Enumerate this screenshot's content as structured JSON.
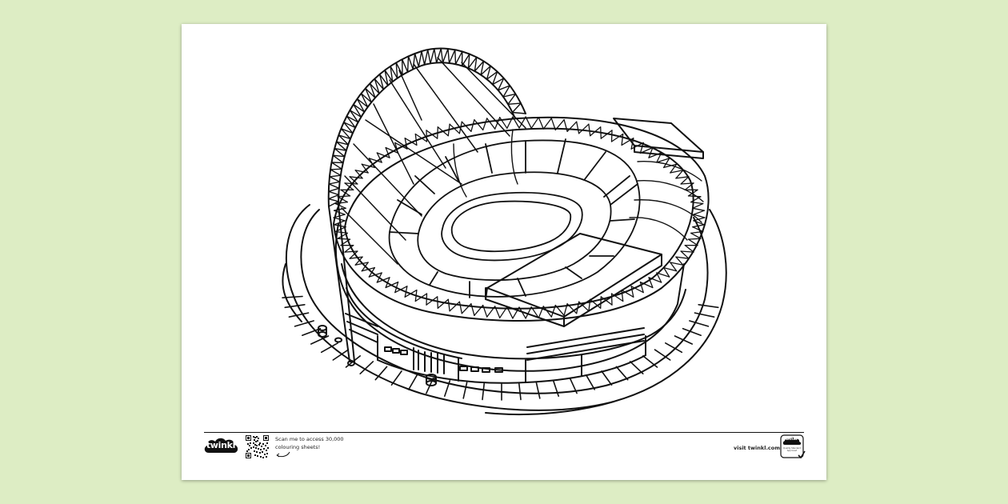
{
  "sheet": {
    "illustration": "stadium-outline-illustration"
  },
  "footer": {
    "logo_text": "twinkl",
    "qr_prompt_line1": "Scan me to access 30,000",
    "qr_prompt_line2": "colouring sheets!",
    "visit_text": "visit twinkl.com",
    "badge_logo_text": "twinkl",
    "badge_caption_line1": "Quality Standard",
    "badge_caption_line2": "Approved"
  },
  "colors": {
    "background": "#ddedc4",
    "sheet": "#ffffff",
    "ink": "#111111"
  }
}
